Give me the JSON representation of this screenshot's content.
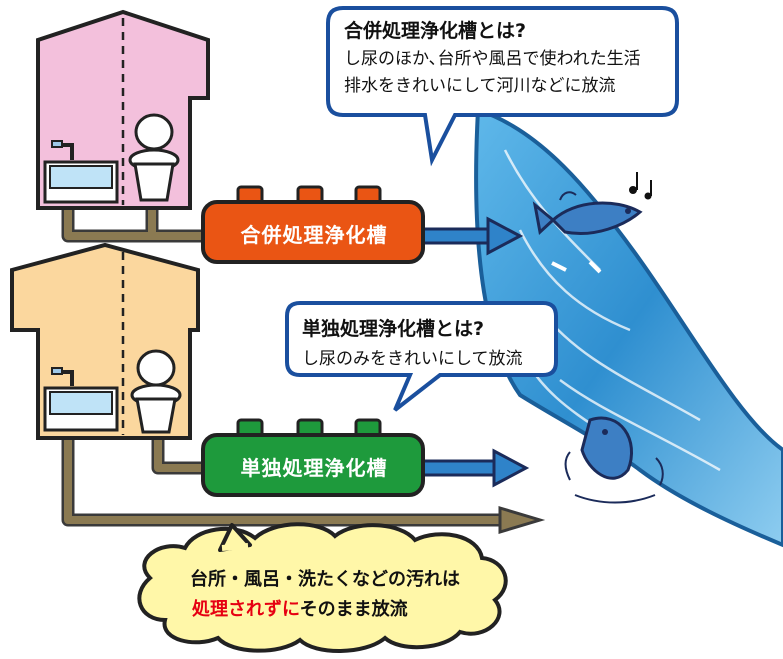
{
  "combined": {
    "tank_label": "合併処理浄化槽",
    "bubble_title": "合併処理浄化槽とは?",
    "bubble_line1": "し尿のほか､台所や風呂で使われた生活",
    "bubble_line2": "排水をきれいにして河川などに放流"
  },
  "single": {
    "tank_label": "単独処理浄化槽",
    "bubble_title": "単独処理浄化槽とは?",
    "bubble_line1": "し尿のみをきれいにして放流"
  },
  "note": {
    "line1": "台所・風呂・洗たくなどの汚れは",
    "line2_red": "処理されずに",
    "line2_rest": "そのまま放流"
  },
  "colors": {
    "combined_tank": "#ea5514",
    "single_tank": "#1e9a3c",
    "house_top": "#f3c0dc",
    "house_bottom": "#fbd79e",
    "pipe": "#8b7a52",
    "river": "#2f8fd0",
    "bubble_border": "#1a4f9e",
    "cloud": "#fff7a8",
    "warning_text": "#e60012"
  },
  "icons": [
    "sink-icon",
    "faucet-icon",
    "toilet-icon",
    "fish-icon",
    "music-note-icon",
    "arrow-icon"
  ]
}
